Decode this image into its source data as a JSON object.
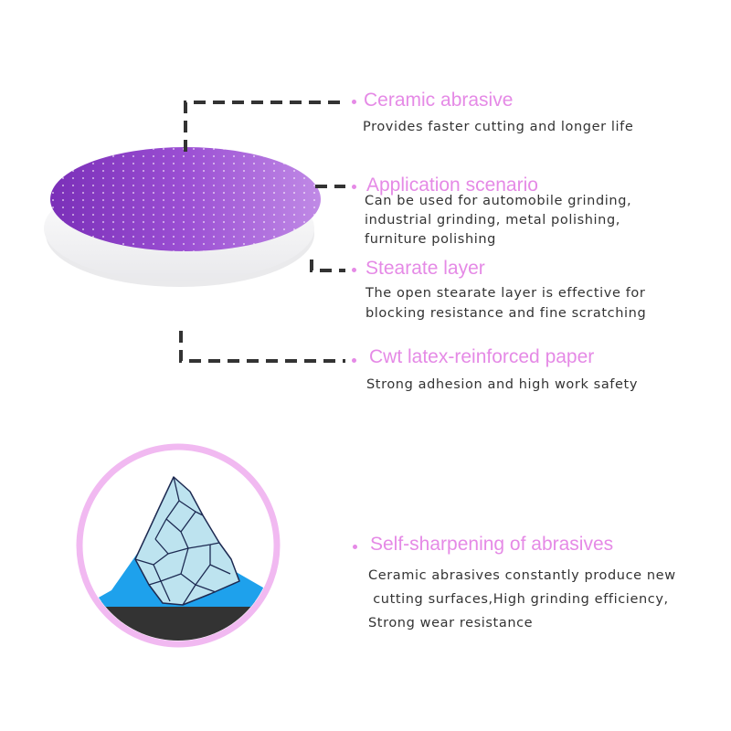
{
  "colors": {
    "accent": "#e58ae6",
    "text": "#333333",
    "disc": "#8a3fc4",
    "leader": "#333333"
  },
  "callouts": [
    {
      "title": "Ceramic abrasive",
      "lines": [
        "Provides faster cutting and longer life"
      ]
    },
    {
      "title": "Application scenario",
      "lines": [
        "Can be used for automobile grinding,",
        "industrial grinding, metal polishing,",
        "furniture polishing"
      ]
    },
    {
      "title": "Stearate layer",
      "lines": [
        "The open stearate layer is effective for",
        "blocking resistance and fine scratching"
      ]
    },
    {
      "title": "Cwt latex-reinforced paper",
      "lines": [
        "Strong adhesion and high work safety"
      ]
    },
    {
      "title": "Self-sharpening of abrasives",
      "lines": [
        "Ceramic abrasives constantly produce new",
        " cutting surfaces,High grinding efficiency,",
        "Strong wear resistance"
      ]
    }
  ]
}
